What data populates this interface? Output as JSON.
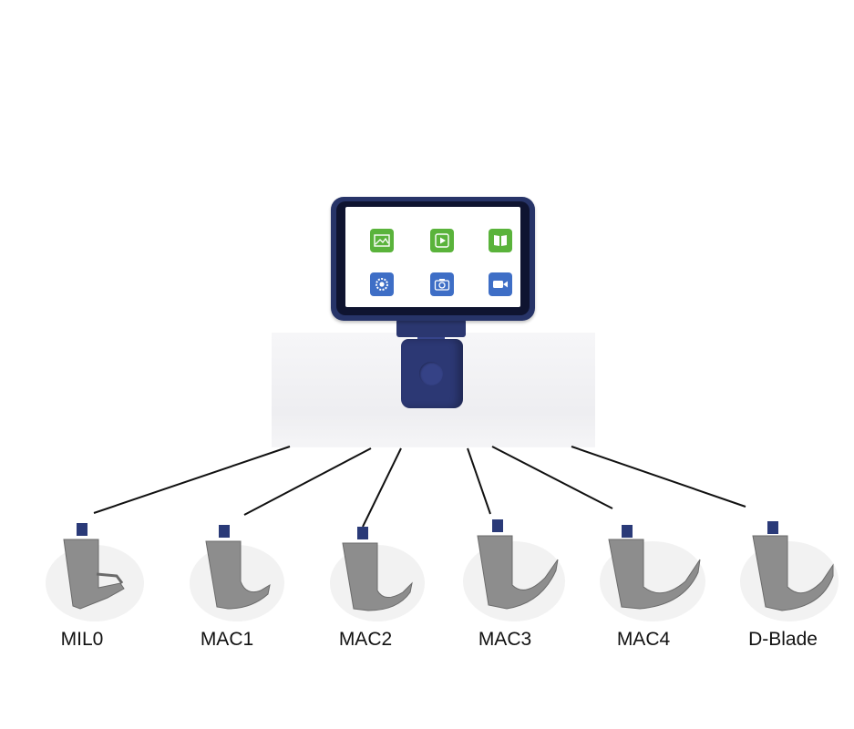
{
  "device": {
    "screen_apps": [
      {
        "icon": "gallery-icon",
        "color": "#5ab33b"
      },
      {
        "icon": "play-video-icon",
        "color": "#5ab33b"
      },
      {
        "icon": "book-icon",
        "color": "#5ab33b"
      },
      {
        "icon": "settings-gear-icon",
        "color": "#3e6ec6"
      },
      {
        "icon": "camera-icon",
        "color": "#3e6ec6"
      },
      {
        "icon": "video-camera-icon",
        "color": "#3e6ec6"
      }
    ],
    "body_color": "#2c3874"
  },
  "blades": [
    {
      "label": "MIL0"
    },
    {
      "label": "MAC1"
    },
    {
      "label": "MAC2"
    },
    {
      "label": "MAC3"
    },
    {
      "label": "MAC4"
    },
    {
      "label": "D-Blade"
    }
  ]
}
